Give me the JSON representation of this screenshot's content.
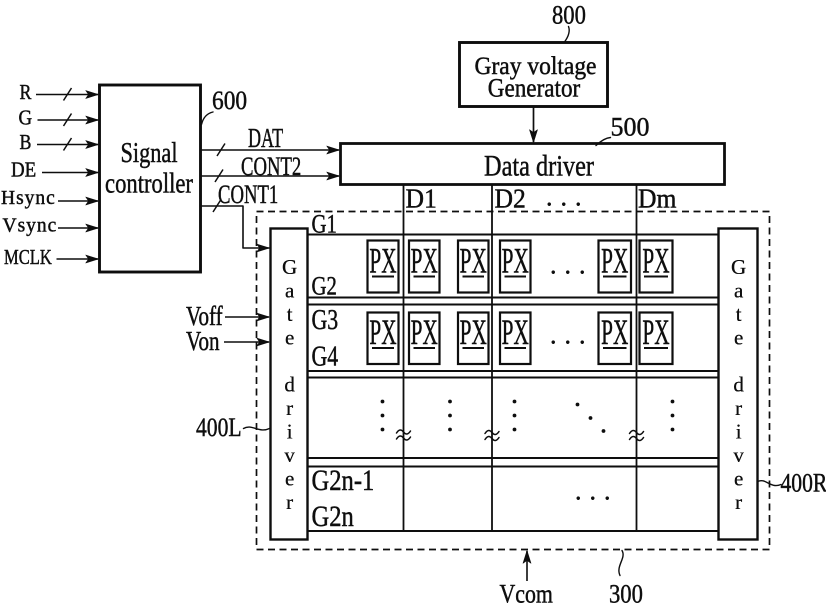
{
  "figure": {
    "type": "patent-block-diagram",
    "ink_color": "#0e0e0e",
    "background": "#ffffff"
  },
  "signal_controller": {
    "line1": "Signal",
    "line2": "controller",
    "ref": "600"
  },
  "gray_voltage_generator": {
    "line1": "Gray voltage",
    "line2": "Generator",
    "ref": "800"
  },
  "data_driver": {
    "label": "Data driver",
    "ref": "500"
  },
  "gate_driver_left": {
    "label": "Gate driver",
    "ref": "400L"
  },
  "gate_driver_right": {
    "label": "Gate driver",
    "ref": "400R"
  },
  "panel": {
    "ref": "300",
    "vcom": "Vcom",
    "pixel": "PX"
  },
  "inputs": {
    "r": "R",
    "g": "G",
    "b": "B",
    "de": "DE",
    "hsync": "Hsync",
    "vsync": "Vsync",
    "mclk": "MCLK"
  },
  "control_signals": {
    "dat": "DAT",
    "cont2": "CONT2",
    "cont1": "CONT1"
  },
  "gate_bias": {
    "voff": "Voff",
    "von": "Von"
  },
  "data_lines": {
    "d1": "D1",
    "d2": "D2",
    "dm": "Dm"
  },
  "gate_lines": {
    "g1": "G1",
    "g2": "G2",
    "g3": "G3",
    "g4": "G4",
    "g2n_1": "G2n-1",
    "g2n": "G2n"
  },
  "dots": {
    "ellipsis": "..."
  }
}
